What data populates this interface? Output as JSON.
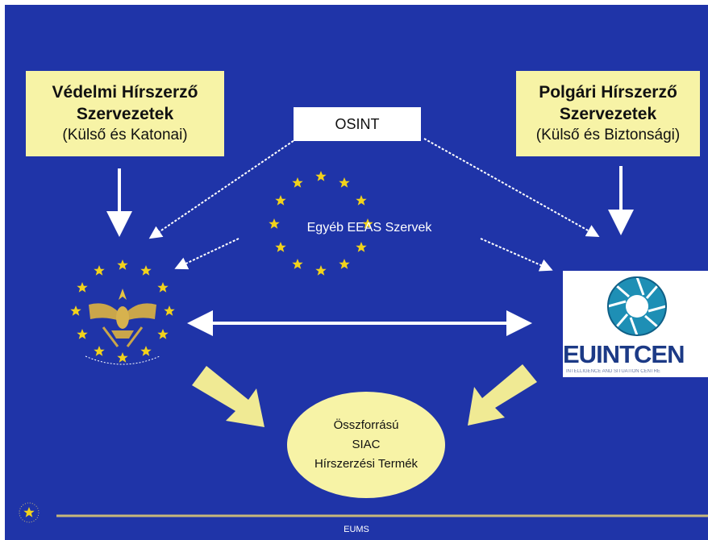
{
  "left_box": {
    "line1": "Védelmi Hírszerző",
    "line2": "Szervezetek",
    "line3": "(Külső és Katonai)"
  },
  "right_box": {
    "line1": "Polgári Hírszerző",
    "line2": "Szervezetek",
    "line3": "(Külső és Biztonsági)"
  },
  "osint": "OSINT",
  "eeas": "Egyéb EEAS Szervek",
  "product": {
    "line1": "Összforrású",
    "line2": "SIAC",
    "line3": "Hírszerzési Termék"
  },
  "euintcen": {
    "name": "EUINTCEN",
    "subtitle": "INTELLIGENCE AND SITUATION CENTRE"
  },
  "footer": "EUMS",
  "colors": {
    "background": "#1f34a8",
    "box": "#f7f3a6",
    "star": "#f1d21c",
    "arrow_yellow": "#f0ea94",
    "arrow_white": "#ffffff"
  }
}
